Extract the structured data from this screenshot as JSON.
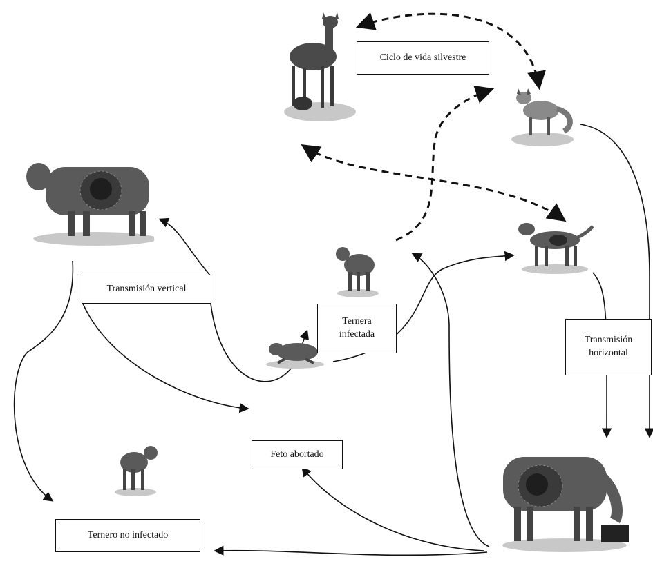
{
  "labels": {
    "wild_cycle": "Ciclo de vida silvestre",
    "vertical": "Transmisión vertical",
    "infected_calf": "Ternera\ninfectada",
    "horizontal": "Transmisión\nhorizontal",
    "aborted_fetus": "Feto abortado",
    "uninfected_calf": "Ternero no infectado"
  },
  "colors": {
    "ink": "#111111",
    "animal_body": "#5a5a5a",
    "animal_dark": "#2a2a2a",
    "shadow": "#bdbdbd"
  }
}
